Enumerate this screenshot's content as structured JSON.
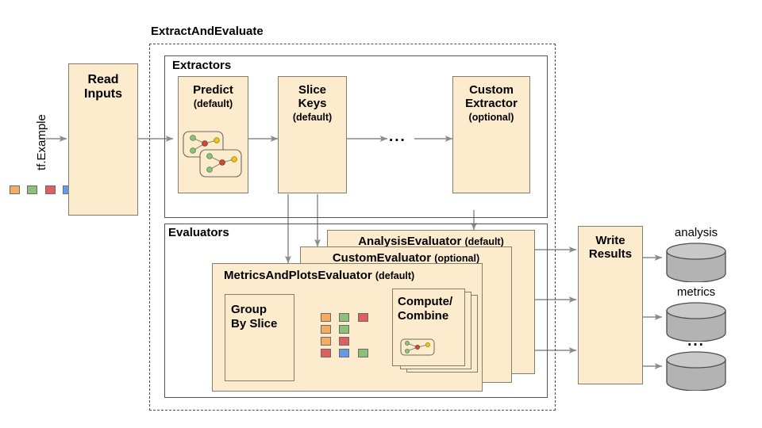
{
  "diagram": {
    "title": "ExtractAndEvaluate",
    "input_label": "tf.Example",
    "ellipsis": "...",
    "nodes": {
      "read_inputs": {
        "line1": "Read",
        "line2": "Inputs"
      },
      "extractors_panel": "Extractors",
      "predict": {
        "name": "Predict",
        "qualifier": "(default)"
      },
      "slice_keys": {
        "line1": "Slice",
        "line2": "Keys",
        "qualifier": "(default)"
      },
      "custom_extractor": {
        "line1": "Custom",
        "line2": "Extractor",
        "qualifier": "(optional)"
      },
      "evaluators_panel": "Evaluators",
      "analysis_evaluator": {
        "name": "AnalysisEvaluator",
        "qualifier": "(default)"
      },
      "custom_evaluator": {
        "name": "CustomEvaluator",
        "qualifier": "(optional)"
      },
      "metrics_plots_evaluator": {
        "name": "MetricsAndPlotsEvaluator",
        "qualifier": "(default)"
      },
      "group_by_slice": {
        "line1": "Group",
        "line2": "By Slice"
      },
      "compute_combine": {
        "line1": "Compute/",
        "line2": "Combine"
      },
      "write_results": {
        "line1": "Write",
        "line2": "Results"
      }
    },
    "sinks": [
      {
        "label": "analysis",
        "icon": "database-cylinder-icon"
      },
      {
        "label": "metrics",
        "icon": "database-cylinder-icon"
      },
      {
        "label": "...",
        "icon": "database-cylinder-icon"
      }
    ],
    "colors": {
      "box_fill": "#fdebcd",
      "box_stroke": "#7f7f6b",
      "panel_stroke": "#545454",
      "dashed_stroke": "#4d4d4d",
      "arrow": "#808080",
      "cylinder_fill": "#b3b3b3",
      "cylinder_top": "#c8c8c8",
      "swatch_orange": "#f2ad61",
      "swatch_green": "#8dc07a",
      "swatch_red": "#dd6060",
      "swatch_blue": "#6699e8"
    },
    "input_swatches": [
      "#f2ad61",
      "#8dc07a",
      "#dd6060",
      "#6699e8"
    ],
    "slice_swatch_rows": [
      [
        "#f2ad61",
        "#8dc07a",
        "#dd6060"
      ],
      [
        "#f2ad61",
        "#8dc07a"
      ],
      [
        "#f2ad61",
        "#dd6060"
      ],
      [
        "#dd6060",
        "#6699e8",
        "#8dc07a"
      ]
    ],
    "graph_icon": {
      "name": "model-graph-icon",
      "node_colors": [
        "#8dc07a",
        "#cc4b37",
        "#f0c419"
      ]
    }
  }
}
